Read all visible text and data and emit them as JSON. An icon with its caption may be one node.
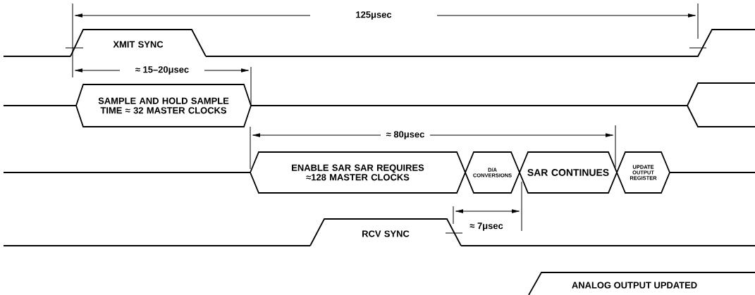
{
  "diagram": {
    "nodes": [
      {
        "text": [
          "XMIT SYNC"
        ]
      },
      {
        "text": [
          "SAMPLE AND HOLD SAMPLE TIME ≈ 32 MASTER CLOCKS"
        ]
      },
      {
        "text": [
          "ENABLE SAR SAR REQUIRES ≈128 MASTER CLOCKS"
        ]
      },
      {
        "text": [
          "D/A CONVERSIONS"
        ]
      },
      {
        "text": [
          "SAR CONTINUES"
        ]
      },
      {
        "text": [
          "UPDATE OUTPUT REGISTER"
        ]
      },
      {
        "text": [
          "RCV SYNC"
        ]
      }
    ],
    "labels": [
      "125μsec",
      "≈ 15–20μsec",
      "≈ 80μsec",
      "≈ 7μsec",
      "ANALOG OUTPUT UPDATED"
    ]
  }
}
